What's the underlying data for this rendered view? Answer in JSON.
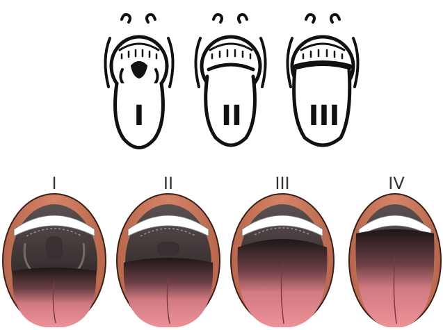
{
  "sketch_row": {
    "panels": [
      {
        "class_label": "I"
      },
      {
        "class_label": "II"
      },
      {
        "class_label": "III"
      }
    ]
  },
  "colored_row": {
    "panels": [
      {
        "class_label": "I"
      },
      {
        "class_label": "II"
      },
      {
        "class_label": "III"
      },
      {
        "class_label": "IV"
      }
    ]
  },
  "colors": {
    "lip": "#c9765a",
    "lip_outline": "#3a2018",
    "tongue": "#e98a8e",
    "tongue_dark": "#b85560",
    "throat_dark": "#1e1718",
    "teeth": "#ffffff"
  }
}
